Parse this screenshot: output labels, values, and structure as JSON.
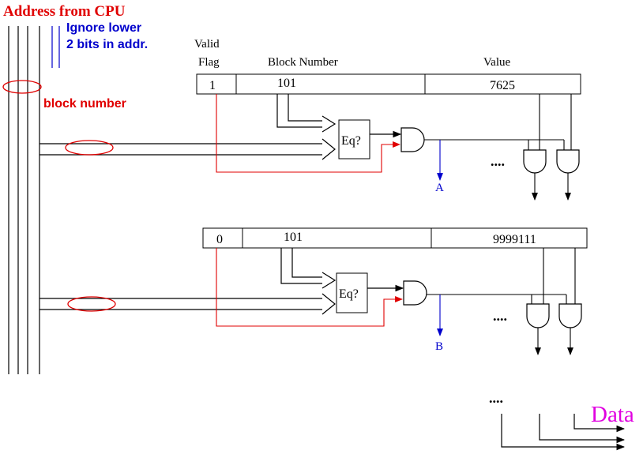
{
  "labels": {
    "title": "Address from CPU",
    "ignore_line1": "Ignore lower",
    "ignore_line2": "2 bits in addr.",
    "block_number": "block number",
    "valid_line1": "Valid",
    "valid_line2": "Flag",
    "block_number_header": "Block Number",
    "value_header": "Value",
    "data": "Data",
    "ellipsis": "...."
  },
  "cache_lines": [
    {
      "valid": "1",
      "block": "101",
      "value": "7625",
      "comparator": "Eq?",
      "output": "A"
    },
    {
      "valid": "0",
      "block": "101",
      "value": "9999111",
      "comparator": "Eq?",
      "output": "B"
    }
  ],
  "colors": {
    "title": "#e00000",
    "ignore_note": "#0000cc",
    "block_number_note": "#e00000",
    "valid_wire": "#e00000",
    "select_wire": "#0000cc",
    "data_label": "#e000e0",
    "ellipse": "#e00000",
    "wire": "#000000"
  }
}
